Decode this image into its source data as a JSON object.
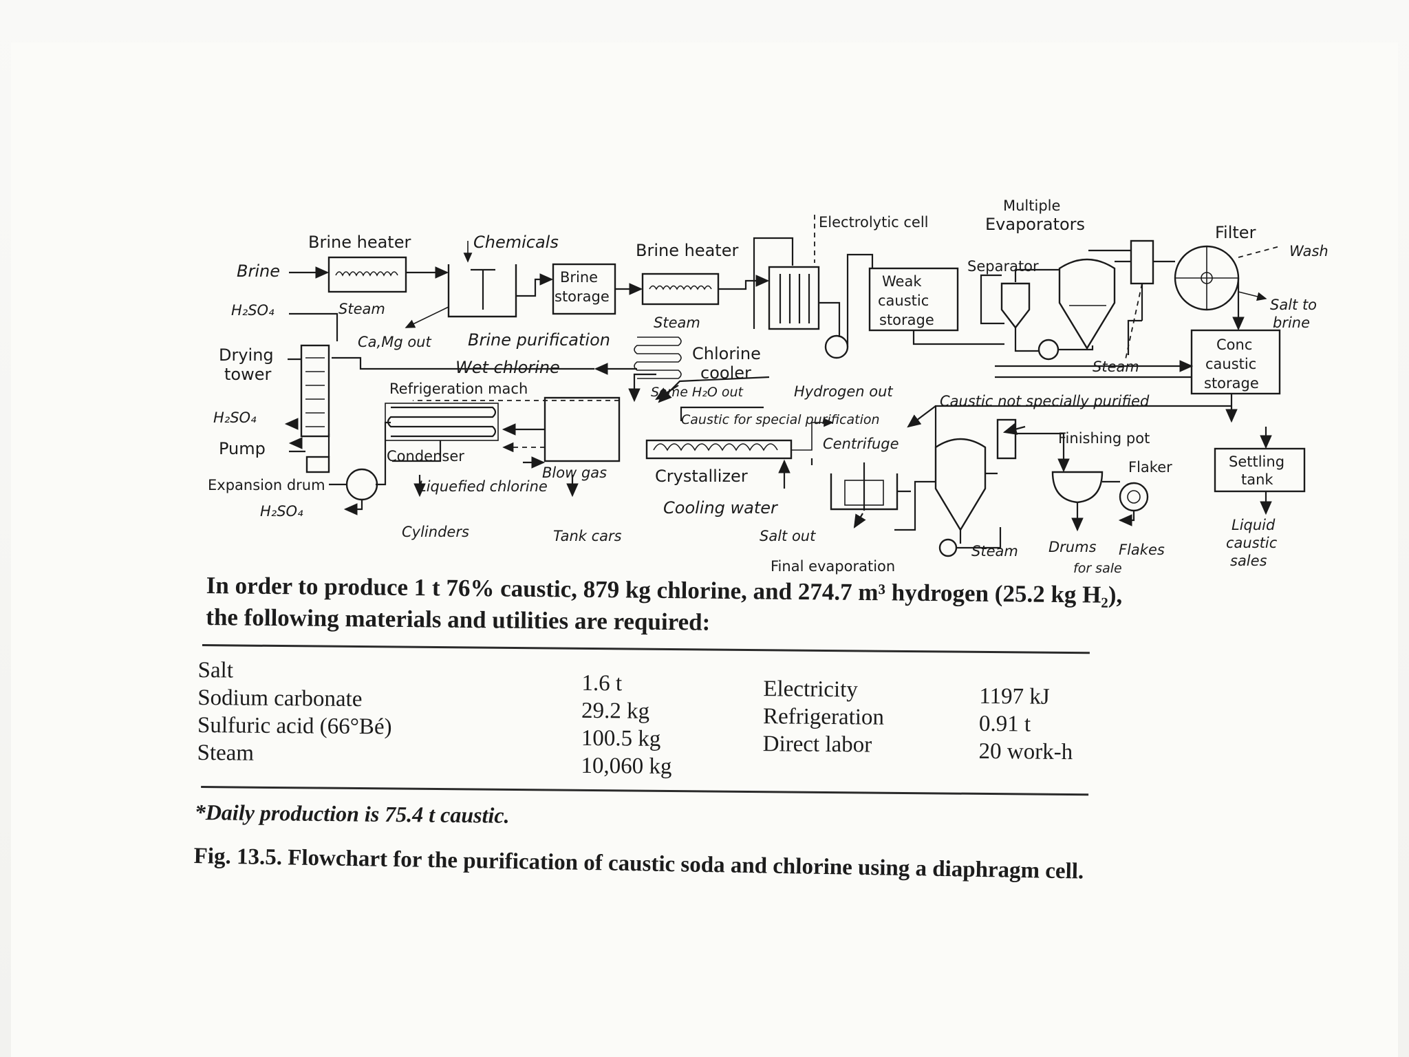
{
  "diagram": {
    "labels": {
      "brine": "Brine",
      "h2so4_top": "H₂SO₄",
      "brine_heater_1": "Brine heater",
      "steam_1": "Steam",
      "chemicals": "Chemicals",
      "ca_mg_out": "Ca,Mg out",
      "brine_purification": "Brine purification",
      "brine_storage_1": "Brine",
      "brine_storage_2": "storage",
      "brine_heater_2": "Brine heater",
      "steam_2": "Steam",
      "electrolytic_cell": "Electrolytic cell",
      "multiple": "Multiple",
      "evaporators": "Evaporators",
      "separator": "Separator",
      "weak_1": "Weak",
      "weak_2": "caustic",
      "weak_3": "storage",
      "filter": "Filter",
      "wash": "Wash",
      "salt_to": "Salt to",
      "brine_right": "brine",
      "conc_1": "Conc",
      "conc_2": "caustic",
      "conc_3": "storage",
      "steam_3": "Steam",
      "drying_1": "Drying",
      "drying_2": "tower",
      "h2so4_mid": "H₂SO₄",
      "pump": "Pump",
      "expansion_drum": "Expansion drum",
      "h2so4_low": "H₂SO₄",
      "wet_chlorine": "Wet chlorine",
      "refrigeration": "Refrigeration mach",
      "chlorine_1": "Chlorine",
      "chlorine_2": "cooler",
      "some_h2o": "Some H₂O out",
      "hydrogen_out": "Hydrogen out",
      "caustic_not": "Caustic not specially purified",
      "caustic_special": "Caustic for special purification",
      "centrifuge": "Centrifuge",
      "finishing_pot": "Finishing pot",
      "flaker": "Flaker",
      "settling_1": "Settling",
      "settling_2": "tank",
      "condenser": "Condenser",
      "blow_gas": "Blow gas",
      "liquefied_chlorine": "Liquefied chlorine",
      "crystallizer": "Crystallizer",
      "cooling_water": "Cooling water",
      "cylinders": "Cylinders",
      "tank_cars": "Tank cars",
      "salt_out": "Salt out",
      "final_evaporation": "Final evaporation",
      "steam_4": "Steam",
      "drums": "Drums",
      "flakes": "Flakes",
      "for_sale": "for sale",
      "liquid_1": "Liquid",
      "liquid_2": "caustic",
      "liquid_3": "sales"
    }
  },
  "intro_text": "In order to produce 1 t 76% caustic, 879 kg chlorine, and 274.7 m³ hydrogen (25.2 kg H₂), the following materials and utilities are required:",
  "requirements": {
    "materials": [
      {
        "name": "Salt",
        "amount": "1.6 t"
      },
      {
        "name": "Sodium carbonate",
        "amount": "29.2 kg"
      },
      {
        "name": "Sulfuric acid (66°Bé)",
        "amount": "100.5 kg"
      },
      {
        "name": "Steam",
        "amount": "10,060 kg"
      }
    ],
    "utilities": [
      {
        "name": "Electricity",
        "amount": "1197 kJ"
      },
      {
        "name": "Refrigeration",
        "amount": "0.91 t"
      },
      {
        "name": "Direct labor",
        "amount": "20 work-h"
      }
    ]
  },
  "footnote": "*Daily production is 75.4 t caustic.",
  "caption": "Fig. 13.5. Flowchart for the purification of caustic soda and chlorine using a diaphragm cell."
}
